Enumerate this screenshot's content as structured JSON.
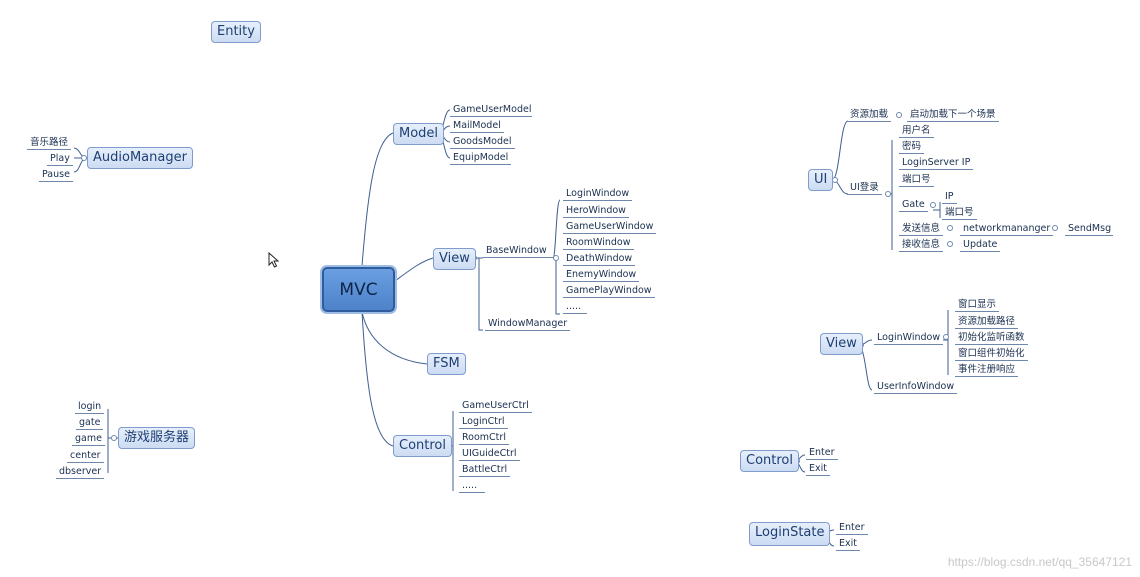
{
  "entity": "Entity",
  "audio": {
    "title": "AudioManager",
    "items": [
      "音乐路径",
      "Play",
      "Pause"
    ]
  },
  "server": {
    "title": "游戏服务器",
    "items": [
      "login",
      "gate",
      "game",
      "center",
      "dbserver"
    ]
  },
  "mvc": {
    "root": "MVC",
    "model": {
      "title": "Model",
      "items": [
        "GameUserModel",
        "MailModel",
        "GoodsModel",
        "EquipModel"
      ]
    },
    "view": {
      "title": "View",
      "base": "BaseWindow",
      "windows": [
        "LoginWindow",
        "HeroWindow",
        "GameUserWindow",
        "RoomWindow",
        "DeathWindow",
        "EnemyWindow",
        "GamePlayWindow",
        "....."
      ],
      "manager": "WindowManager"
    },
    "fsm": "FSM",
    "control": {
      "title": "Control",
      "items": [
        "GameUserCtrl",
        "LoginCtrl",
        "RoomCtrl",
        "UIGuideCtrl",
        "BattleCtrl",
        "....."
      ]
    }
  },
  "ui": {
    "title": "UI",
    "res": "资源加载",
    "res_child": "启动加载下一个场景",
    "login": "UI登录",
    "login_items": [
      "用户名",
      "密码",
      "LoginServer   IP",
      "端口号"
    ],
    "gate": "Gate",
    "gate_items": [
      "IP",
      "端口号"
    ],
    "send": "发送信息",
    "send_mgr": "networkmananger",
    "send_msg": "SendMsg",
    "recv": "接收信息",
    "recv_child": "Update"
  },
  "view2": {
    "title": "View",
    "login_window": "LoginWindow",
    "login_items": [
      "窗口显示",
      "资源加载路径",
      "初始化监听函数",
      "窗口组件初始化",
      "事件注册响应"
    ],
    "user_info": "UserInfoWindow"
  },
  "control2": {
    "title": "Control",
    "items": [
      "Enter",
      "Exit"
    ]
  },
  "loginstate": {
    "title": "LoginState",
    "items": [
      "Enter",
      "Exit"
    ]
  },
  "watermark": "https://blog.csdn.net/qq_35647121"
}
